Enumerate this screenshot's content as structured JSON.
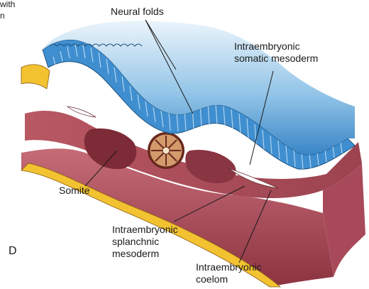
{
  "figure": {
    "panel_letter": "D",
    "partial_text": "with\nn",
    "labels": {
      "neural_folds": "Neural folds",
      "somatic_mesoderm": "Intraembryonic\nsomatic mesoderm",
      "somite": "Somite",
      "splanchnic_mesoderm": "Intraembryonic\nsplanchnic\nmesoderm",
      "coelom": "Intraembryonic\ncoelom"
    }
  },
  "colors": {
    "ectoderm_blue": "#3f8fd0",
    "ectoderm_light": "#cfe6f6",
    "mesoderm_pink": "#b0525f",
    "endoderm_yellow": "#f2c231",
    "tissue_deep": "#7d2b36"
  }
}
